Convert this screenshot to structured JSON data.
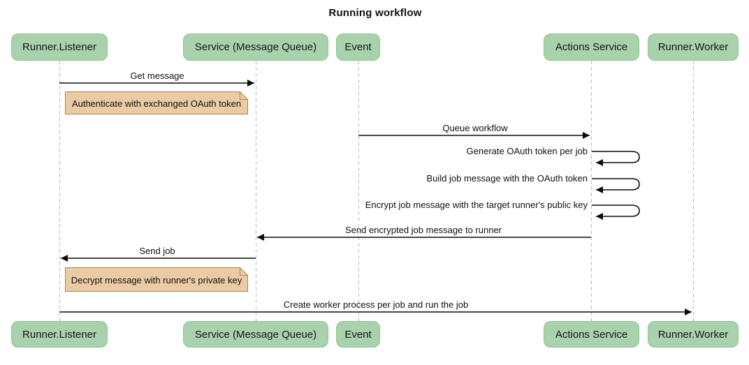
{
  "title": "Running workflow",
  "diagram_type": "sequence-diagram",
  "theme": {
    "actor_fill": "#a8d2ab",
    "actor_border": "#93c098",
    "note_fill": "#ebcba4",
    "note_border": "#aa8552",
    "lifeline_color": "#b9b9b9",
    "arrow_color": "#0b0b0b",
    "background": "#ffffff"
  },
  "participants": [
    {
      "id": "runner-listener",
      "label": "Runner.Listener"
    },
    {
      "id": "service-message-queue",
      "label": "Service (Message Queue)"
    },
    {
      "id": "event",
      "label": "Event"
    },
    {
      "id": "actions-service",
      "label": "Actions Service"
    },
    {
      "id": "runner-worker",
      "label": "Runner.Worker"
    }
  ],
  "messages": [
    {
      "label": "Get message",
      "from": "Runner.Listener",
      "to": "Service (Message Queue)",
      "type": "solid-arrow"
    },
    {
      "label": "Queue workflow",
      "from": "Event",
      "to": "Actions Service",
      "type": "solid-arrow"
    },
    {
      "label": "Generate OAuth token per job",
      "from": "Actions Service",
      "to": "Actions Service",
      "type": "self"
    },
    {
      "label": "Build job message with the OAuth token",
      "from": "Actions Service",
      "to": "Actions Service",
      "type": "self"
    },
    {
      "label": "Encrypt job message with the target runner's public key",
      "from": "Actions Service",
      "to": "Actions Service",
      "type": "self"
    },
    {
      "label": "Send encrypted job message to runner",
      "from": "Actions Service",
      "to": "Service (Message Queue)",
      "type": "solid-arrow"
    },
    {
      "label": "Send job",
      "from": "Service (Message Queue)",
      "to": "Runner.Listener",
      "type": "solid-arrow"
    },
    {
      "label": "Create worker process per job and run the job",
      "from": "Runner.Listener",
      "to": "Runner.Worker",
      "type": "solid-arrow"
    }
  ],
  "notes": [
    {
      "label": "Authenticate with exchanged OAuth token",
      "anchor": "Runner.Listener"
    },
    {
      "label": "Decrypt message with runner's private key",
      "anchor": "Runner.Listener"
    }
  ]
}
